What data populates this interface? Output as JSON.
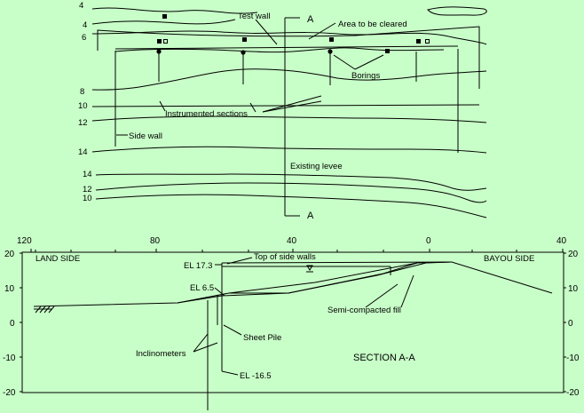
{
  "colors": {
    "background": "#c8ffc8",
    "ink": "#000000"
  },
  "plan_view": {
    "contour_labels": [
      "4",
      "4",
      "6",
      "8",
      "10",
      "12",
      "14",
      "14",
      "12",
      "10"
    ],
    "annotations": {
      "test_wall": "Test wall",
      "area_to_be_cleared": "Area to be cleared",
      "borings": "Borings",
      "instrumented_sections": "Instrumented sections",
      "side_wall": "Side wall",
      "existing_levee": "Existing levee"
    },
    "section_marks": [
      "A",
      "A"
    ]
  },
  "section_view": {
    "top_axis_ticks": [
      "120",
      "80",
      "40",
      "0",
      "40"
    ],
    "left_axis_ticks": [
      "20",
      "10",
      "0",
      "-10",
      "-20"
    ],
    "right_axis_ticks": [
      "20",
      "10",
      "0",
      "-10",
      "-20"
    ],
    "land_side": "LAND SIDE",
    "bayou_side": "BAYOU SIDE",
    "el_top": "EL 17.3",
    "top_of_side_walls": "Top of side walls",
    "el_mid": "EL 6.5",
    "semi_compacted_fill": "Semi-compacted fill",
    "sheet_pile": "Sheet Pile",
    "inclinometers": "Inclinometers",
    "section_title": "SECTION A-A",
    "el_bottom": "EL -16.5"
  }
}
